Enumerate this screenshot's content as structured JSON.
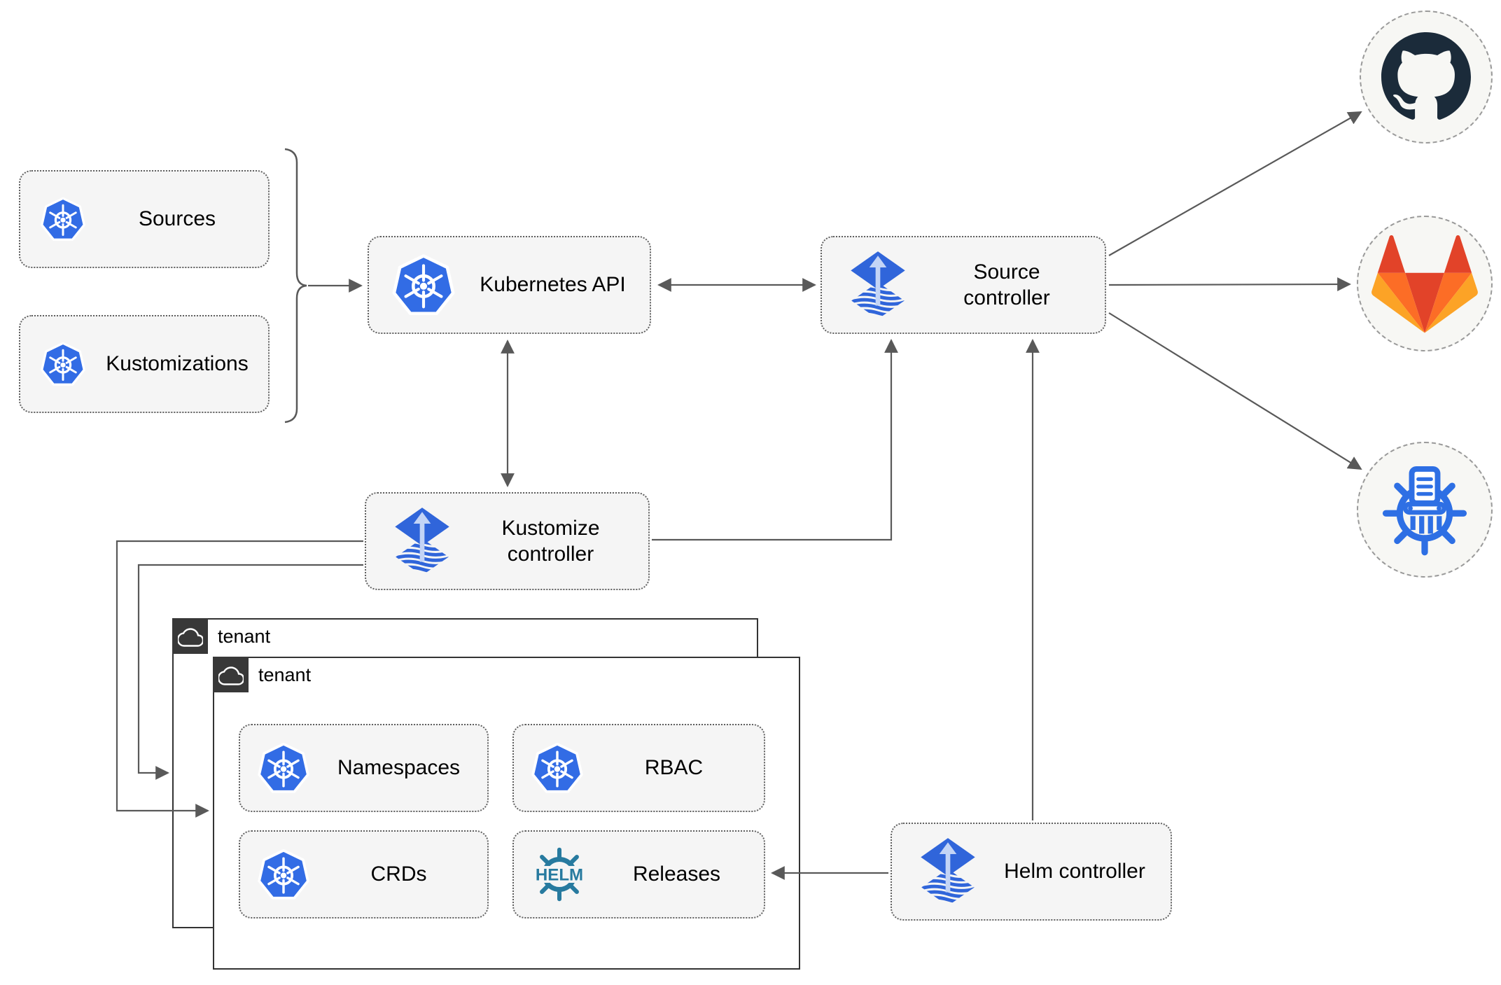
{
  "nodes": {
    "sources": {
      "label": "Sources",
      "icon": "kubernetes-icon"
    },
    "kustomizations": {
      "label": "Kustomizations",
      "icon": "kubernetes-icon"
    },
    "kubernetes_api": {
      "label": "Kubernetes API",
      "icon": "kubernetes-icon"
    },
    "source_controller": {
      "label": "Source controller",
      "icon": "flux-icon"
    },
    "kustomize_controller": {
      "label": "Kustomize controller",
      "icon": "flux-icon"
    },
    "helm_controller": {
      "label": "Helm controller",
      "icon": "flux-icon"
    },
    "tenant_outer": {
      "label": "tenant",
      "icon": "cloud-icon"
    },
    "tenant_inner": {
      "label": "tenant",
      "icon": "cloud-icon"
    },
    "namespaces": {
      "label": "Namespaces",
      "icon": "kubernetes-icon"
    },
    "rbac": {
      "label": "RBAC",
      "icon": "kubernetes-icon"
    },
    "crds": {
      "label": "CRDs",
      "icon": "kubernetes-icon"
    },
    "releases": {
      "label": "Releases",
      "icon": "helm-icon"
    },
    "github": {
      "icon": "github-icon"
    },
    "gitlab": {
      "icon": "gitlab-icon"
    },
    "chart_repository": {
      "icon": "chartmuseum-icon"
    }
  },
  "icons": {
    "helm_text": "HELM"
  },
  "edges": [
    {
      "from": "sources-kustomizations-group",
      "to": "kubernetes-api",
      "type": "arrow"
    },
    {
      "from": "kubernetes-api",
      "to": "source-controller",
      "type": "double-arrow"
    },
    {
      "from": "kubernetes-api",
      "to": "kustomize-controller",
      "type": "double-arrow"
    },
    {
      "from": "kustomize-controller",
      "to": "source-controller",
      "type": "arrow"
    },
    {
      "from": "kustomize-controller",
      "to": "tenant-inner",
      "type": "arrow"
    },
    {
      "from": "kustomize-controller",
      "to": "tenant-outer",
      "type": "arrow"
    },
    {
      "from": "helm-controller",
      "to": "source-controller",
      "type": "arrow"
    },
    {
      "from": "helm-controller",
      "to": "releases",
      "type": "arrow"
    },
    {
      "from": "source-controller",
      "to": "github",
      "type": "arrow"
    },
    {
      "from": "source-controller",
      "to": "gitlab",
      "type": "arrow"
    },
    {
      "from": "source-controller",
      "to": "chart-repository",
      "type": "arrow"
    }
  ],
  "colors": {
    "kubernetes_blue": "#326ce5",
    "flux_blue": "#3065da",
    "flux_light": "#c3d4f6",
    "helm_teal": "#277a9f",
    "github_dark": "#1b2b3a",
    "gitlab_red_orange": "#e24329",
    "gitlab_orange": "#fc6d26",
    "gitlab_yellow": "#fca326",
    "chartmuseum_blue": "#2e6fe4",
    "arrow_gray": "#595959",
    "node_bg": "#f5f5f5",
    "node_border": "#606060",
    "tenant_border": "#333333",
    "tab_bg": "#383838",
    "endpoint_bg": "#f7f7f4",
    "endpoint_border": "#9a9a9a",
    "text": "#000000"
  }
}
